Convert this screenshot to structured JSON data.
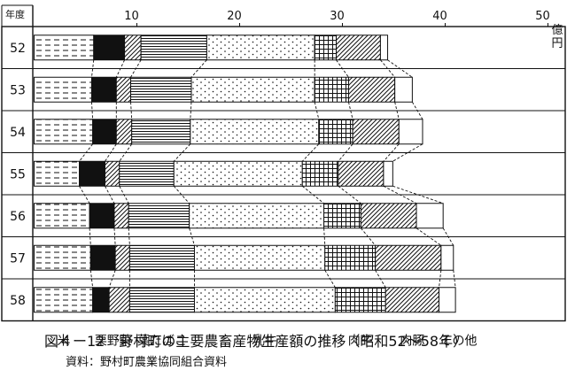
{
  "chart_data": {
    "type": "bar",
    "orientation": "horizontal",
    "stacked": true,
    "corner_label": "年度",
    "unit_label": "億円",
    "xlim": [
      0,
      50
    ],
    "x_ticks": [
      "10",
      "20",
      "30",
      "40",
      "50"
    ],
    "categories": [
      "52",
      "53",
      "54",
      "55",
      "56",
      "57",
      "58"
    ],
    "series": [
      {
        "name": "米",
        "pattern": "dashes",
        "values": [
          5.8,
          5.6,
          5.7,
          4.4,
          5.4,
          5.5,
          5.7
        ]
      },
      {
        "name": "栗",
        "pattern": "solid",
        "values": [
          3.0,
          2.4,
          2.3,
          2.5,
          2.4,
          2.4,
          1.6
        ]
      },
      {
        "name": "野菜",
        "pattern": "diagonal",
        "values": [
          1.6,
          1.4,
          1.5,
          1.4,
          1.4,
          1.4,
          2.0
        ]
      },
      {
        "name": "葉たばこ",
        "pattern": "horizontal",
        "values": [
          6.4,
          5.9,
          5.7,
          5.3,
          5.9,
          6.3,
          6.3
        ]
      },
      {
        "name": "乳牛",
        "pattern": "dots",
        "values": [
          10.5,
          12.0,
          12.5,
          12.5,
          13.1,
          12.7,
          13.7
        ]
      },
      {
        "name": "肉牛",
        "pattern": "grid",
        "values": [
          2.1,
          3.3,
          3.3,
          3.5,
          3.6,
          4.9,
          4.9
        ]
      },
      {
        "name": "肉豚",
        "pattern": "diagonal",
        "values": [
          4.3,
          4.5,
          4.5,
          4.4,
          5.4,
          6.4,
          5.2
        ]
      },
      {
        "name": "その他",
        "pattern": "blank",
        "values": [
          0.7,
          1.7,
          2.3,
          0.9,
          2.6,
          1.2,
          1.6
        ]
      }
    ]
  },
  "caption": "図４ー12　野村町の主要農畜産物生産額の推移（昭和52～58年）",
  "source": "資料：野村町農業協同組合資料"
}
